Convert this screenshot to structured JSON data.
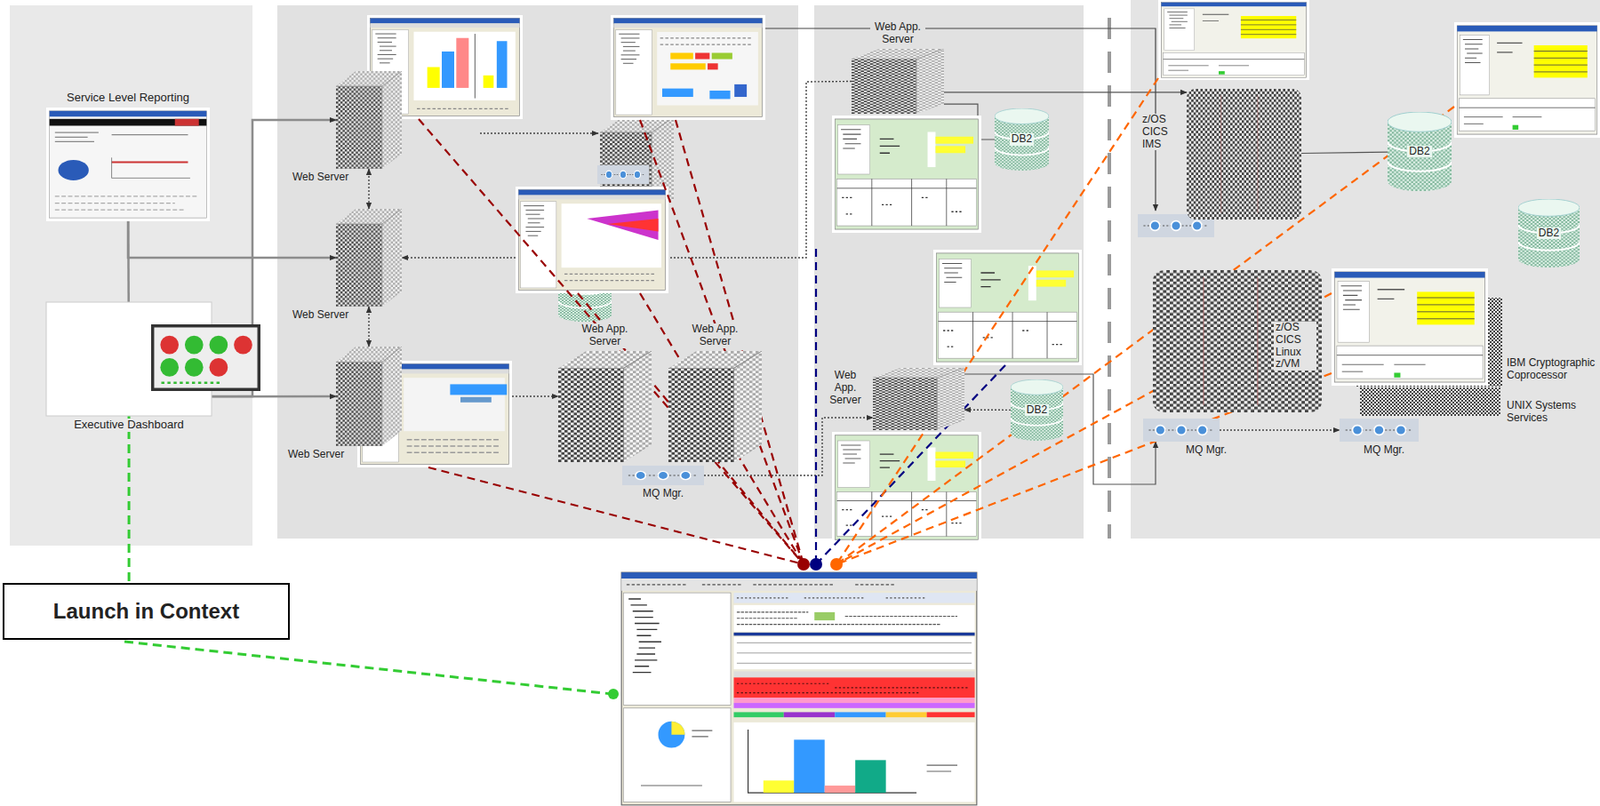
{
  "diagram": {
    "nodes": [
      {
        "text": [
          "Service Level Reporting"
        ]
      },
      {
        "text": [
          "Executive Dashboard"
        ]
      },
      {
        "text": [
          "Launch in Context"
        ]
      },
      {
        "text": [
          "Web Server"
        ]
      },
      {
        "text": [
          "Web Server"
        ]
      },
      {
        "text": [
          "Web Server"
        ]
      },
      {
        "text": [
          "Web App. Server"
        ]
      },
      {
        "text": [
          "Web App. Server"
        ]
      },
      {
        "text": [
          "MQ Mgr."
        ]
      },
      {
        "text": [
          "Web App. Server"
        ]
      },
      {
        "text": [
          "DB2"
        ]
      },
      {
        "text": [
          "Web App. Server"
        ]
      },
      {
        "text": [
          "DB2"
        ]
      },
      {
        "text": [
          "z/OS CICS IMS"
        ]
      },
      {
        "text": [
          "DB2"
        ]
      },
      {
        "text": [
          "DB2"
        ]
      },
      {
        "text": [
          "z/OS CICS Linux z/VM"
        ]
      },
      {
        "text": [
          "IBM Cryptographic Coprocessor",
          "UNIX Systems Services"
        ]
      },
      {
        "text": [
          "MQ Mgr."
        ]
      },
      {
        "text": [
          "MQ Mgr."
        ]
      }
    ],
    "edges": [
      {
        "from": 0,
        "to": 1,
        "arrow": "none"
      },
      {
        "from": 1,
        "to": 3,
        "arrow": "to"
      },
      {
        "from": 0,
        "to": 4,
        "arrow": "to"
      },
      {
        "from": 1,
        "to": 5,
        "arrow": "to"
      },
      {
        "from": 3,
        "to": 4,
        "arrow": "both"
      },
      {
        "from": 4,
        "to": 5,
        "arrow": "both"
      },
      {
        "from": 9,
        "to": 4,
        "arrow": "to"
      },
      {
        "from": 5,
        "to": 6,
        "arrow": "to"
      },
      {
        "from": 8,
        "to": 11,
        "arrow": "to"
      },
      {
        "from": 9,
        "to": 10,
        "arrow": "none"
      },
      {
        "from": 12,
        "to": 11,
        "arrow": "to"
      },
      {
        "from": 11,
        "to": 18,
        "arrow": "to"
      },
      {
        "from": 18,
        "to": 19,
        "arrow": "to"
      },
      {
        "from": 1,
        "to": 2,
        "arrow": "none"
      },
      {
        "from": 9,
        "to": 13,
        "arrow": "to"
      },
      {
        "from": 13,
        "to": 14,
        "arrow": "none"
      }
    ]
  }
}
